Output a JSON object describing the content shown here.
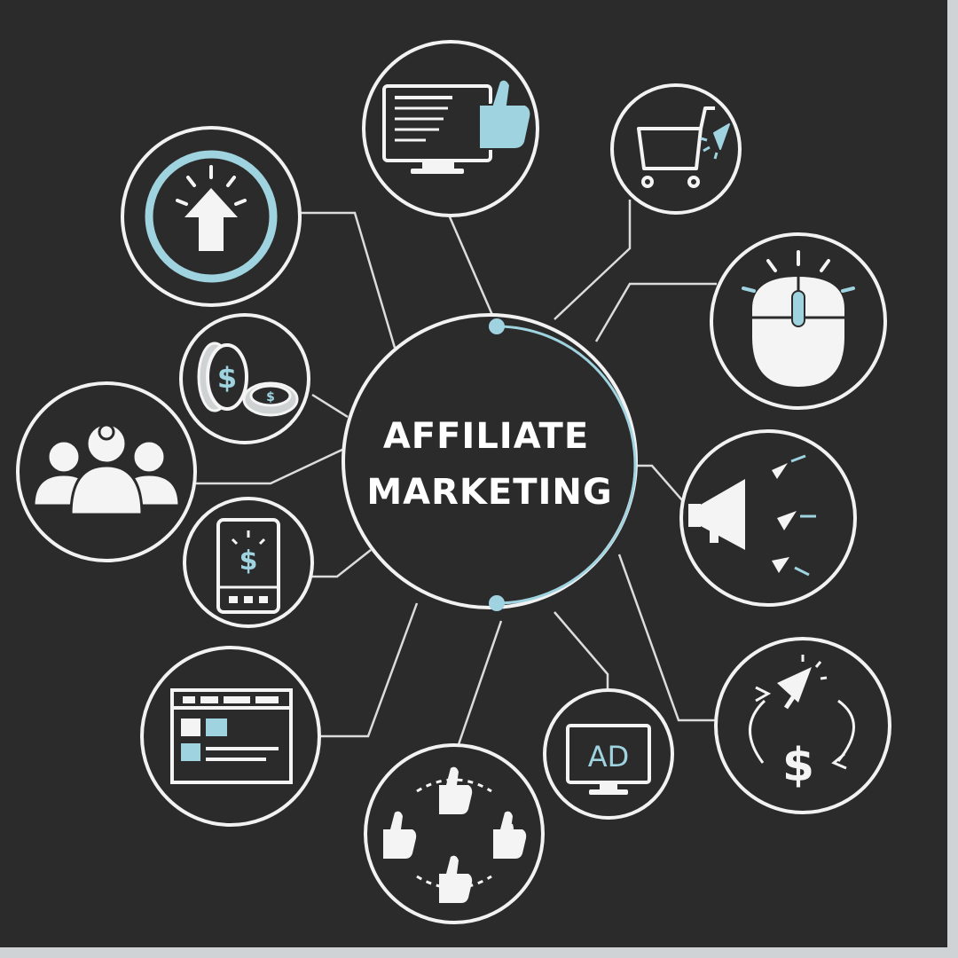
{
  "center": {
    "title_line1": "AFFILIATE",
    "title_line2": "MARKETING"
  },
  "nodes": [
    {
      "id": "click-arrow",
      "icon": "cursor-up-arrow-icon"
    },
    {
      "id": "monitor-like",
      "icon": "monitor-thumbs-up-icon"
    },
    {
      "id": "shopping-cart",
      "icon": "shopping-cart-click-icon"
    },
    {
      "id": "mouse",
      "icon": "computer-mouse-icon"
    },
    {
      "id": "coins",
      "icon": "dollar-coins-icon"
    },
    {
      "id": "audience",
      "icon": "people-group-icon"
    },
    {
      "id": "megaphone",
      "icon": "megaphone-icon"
    },
    {
      "id": "mobile-payment",
      "icon": "mobile-dollar-icon"
    },
    {
      "id": "web-layout",
      "icon": "web-page-layout-icon"
    },
    {
      "id": "ad-display",
      "icon": "ad-monitor-icon"
    },
    {
      "id": "social-likes",
      "icon": "thumbs-up-network-icon"
    },
    {
      "id": "conversion",
      "icon": "click-to-dollar-cycle-icon"
    }
  ],
  "ad_label": "AD",
  "colors": {
    "background": "#2b2b2b",
    "line": "#e8e8e8",
    "accent": "#9fd3e0",
    "icon": "#f4f4f4"
  }
}
